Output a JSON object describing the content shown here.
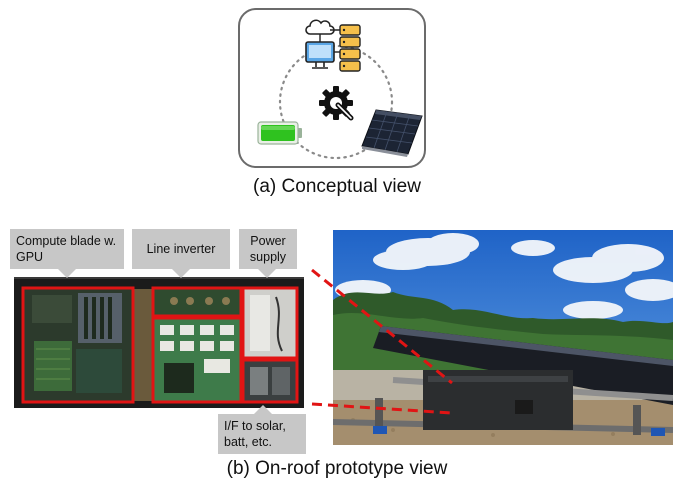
{
  "captions": {
    "conceptual": "(a) Conceptual view",
    "prototype": "(b) On-roof prototype view"
  },
  "labels": {
    "compute": "Compute blade w. GPU",
    "inverter": "Line inverter",
    "power": "Power supply",
    "interface": "I/F to solar, batt, etc."
  },
  "icons": {
    "cloud_server": "cloud-server-icon",
    "gear_tool": "gear-wrench-icon",
    "battery": "battery-icon",
    "solar_panel": "solar-panel-icon"
  },
  "colors": {
    "highlight": "#e11414",
    "callout_bg": "#c7c7c7",
    "battery_green": "#2fc21f"
  }
}
